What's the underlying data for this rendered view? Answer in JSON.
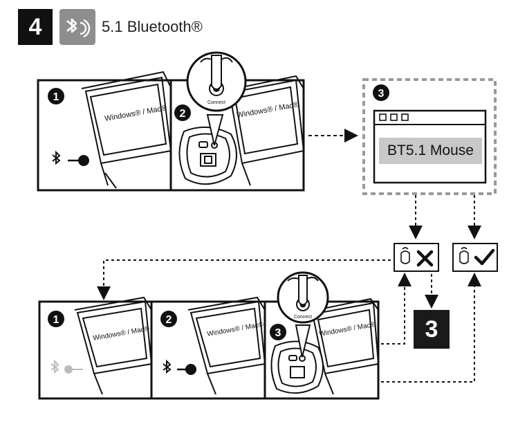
{
  "header": {
    "step_number": "4",
    "title": "5.1 Bluetooth®"
  },
  "panels": {
    "top": {
      "num1": "1",
      "num2": "2",
      "os_label": "Windows® / Mac®",
      "connect_label": "Connect"
    },
    "popup": {
      "num": "3",
      "device_name": "BT5.1 Mouse"
    },
    "bottom": {
      "num1": "1",
      "num2": "2",
      "num3": "3",
      "os_label": "Windows® / Mac®",
      "connect_label": "Connect"
    }
  },
  "result": {
    "fail_step_label": "3"
  },
  "colors": {
    "ink": "#111111",
    "badge_gray": "#8e8e8e",
    "device_highlight": "#c8c8c8",
    "dashed_frame": "#999999"
  }
}
